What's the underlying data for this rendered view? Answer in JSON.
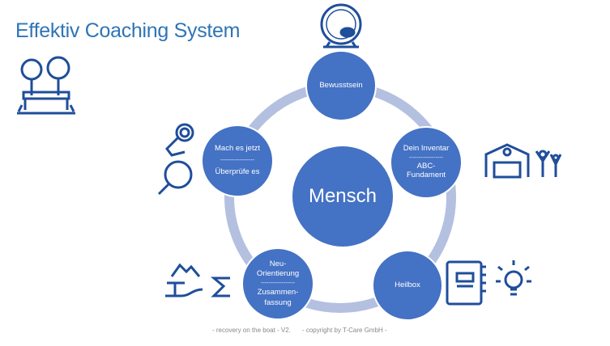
{
  "title": "Effektiv Coaching System",
  "center": "Mensch",
  "nodes": {
    "top": {
      "label": "Bewusstsein"
    },
    "right": {
      "line1": "Dein Inventar",
      "sep": "------------------",
      "line2": "ABC-",
      "line3": "Fundament"
    },
    "bottom_right": {
      "label": "Heilbox"
    },
    "bottom_left": {
      "line1": "Neu-",
      "line2": "Orientierung",
      "sep": "------------------",
      "line3": "Zusammen-",
      "line4": "fassung"
    },
    "left": {
      "line1": "Mach es jetzt",
      "sep": "------------------",
      "line2": "Überprüfe es"
    }
  },
  "footer": {
    "left": "- recovery on the boat - V2.",
    "right": "- copyright by T-Care GmbH -"
  },
  "colors": {
    "node": "#4472c4",
    "ring": "#b4c0e0",
    "title": "#2e75b6",
    "icon": "#1f4e9a"
  }
}
